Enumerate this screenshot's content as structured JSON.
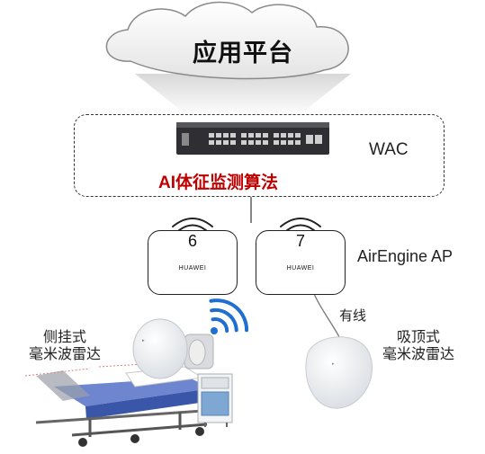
{
  "cloud": {
    "title": "应用平台"
  },
  "wac": {
    "label": "WAC",
    "algorithm": "AI体征监测算法"
  },
  "aps": [
    {
      "number": "6",
      "brand": "HUAWEI"
    },
    {
      "number": "7",
      "brand": "HUAWEI"
    }
  ],
  "airengine_label": "AirEngine AP",
  "wired_label": "有线",
  "side_radar": {
    "line1": "侧挂式",
    "line2": "毫米波雷达"
  },
  "ceiling_radar": {
    "line1": "吸顶式",
    "line2": "毫米波雷达"
  },
  "colors": {
    "accent_red": "#c00000",
    "wifi_blue": "#1f6fd1"
  }
}
